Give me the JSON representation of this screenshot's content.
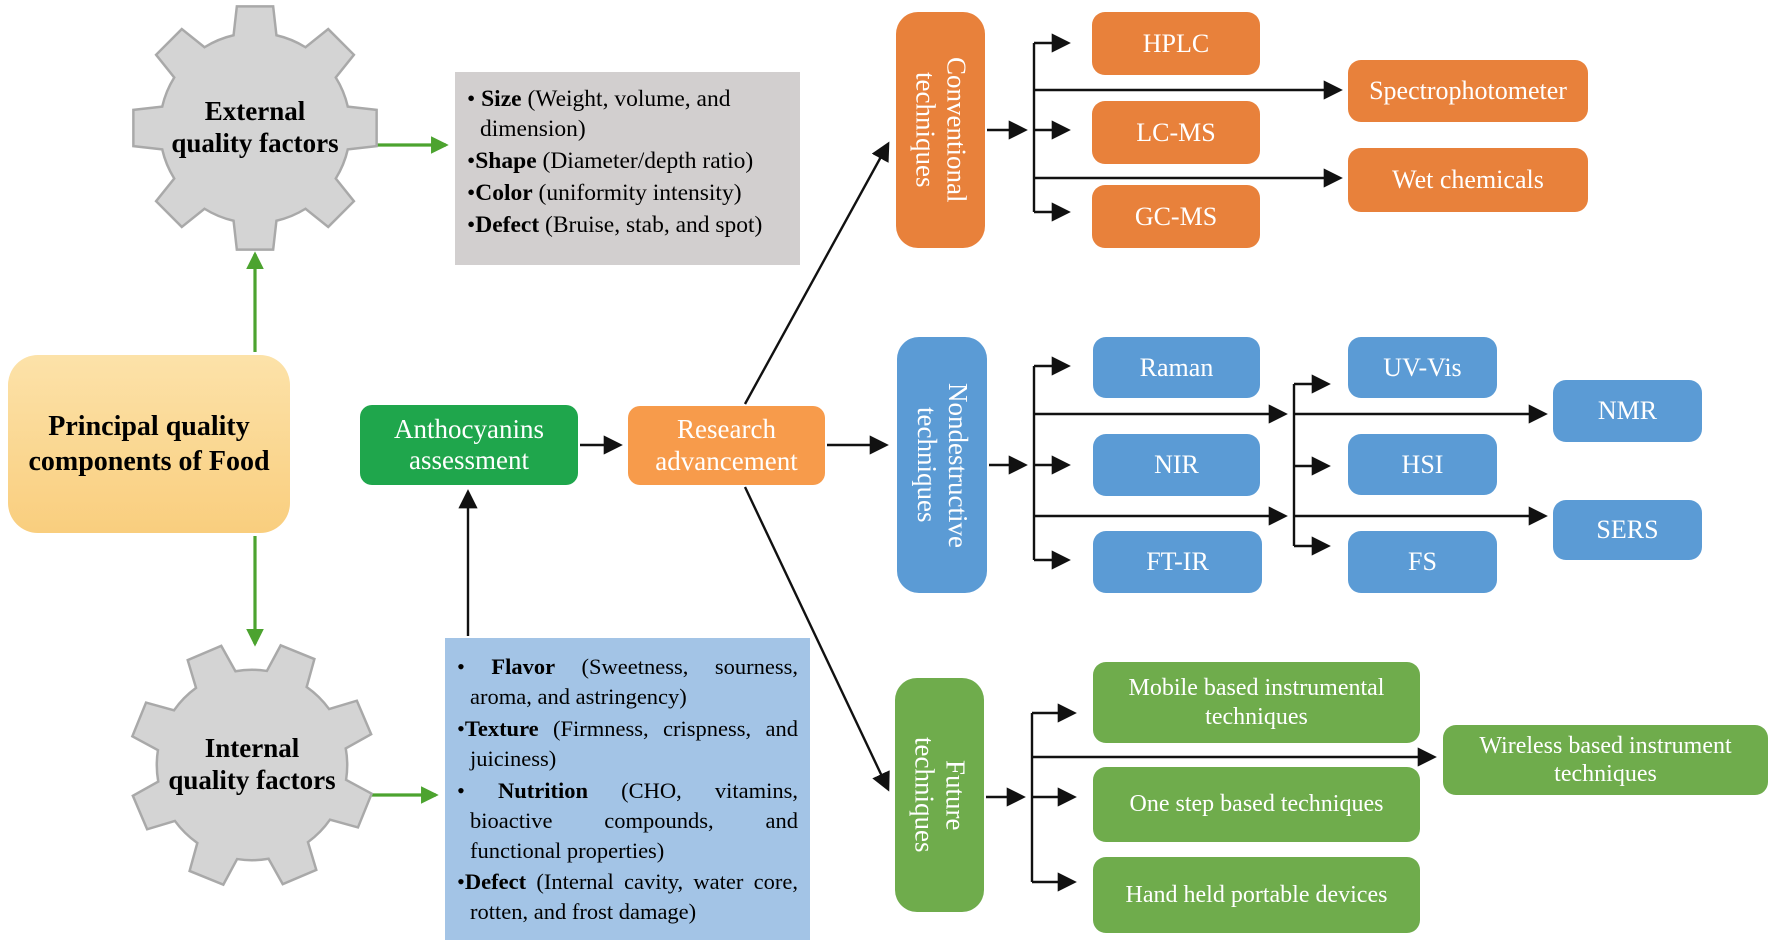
{
  "root": {
    "label": "Principal quality components of Food"
  },
  "gears": {
    "external": {
      "label": "External quality factors"
    },
    "internal": {
      "label": "Internal quality factors"
    }
  },
  "external_factors": {
    "items": [
      {
        "bullet": "• ",
        "term": "Size",
        "rest": " (Weight, volume, and dimension)"
      },
      {
        "bullet": "•",
        "term": "Shape",
        "rest": " (Diameter/depth ratio)"
      },
      {
        "bullet": "•",
        "term": "Color",
        "rest": " (uniformity intensity)"
      },
      {
        "bullet": "•",
        "term": "Defect",
        "rest": " (Bruise, stab, and spot)"
      }
    ]
  },
  "internal_factors": {
    "items": [
      {
        "bullet": "• ",
        "term": "Flavor",
        "rest": " (Sweetness, sourness, aroma, and astringency)"
      },
      {
        "bullet": "•",
        "term": "Texture",
        "rest": " (Firmness, crispness, and juiciness)"
      },
      {
        "bullet": "• ",
        "term": "Nutrition",
        "rest": " (CHO, vitamins, bioactive compounds, and functional properties)"
      },
      {
        "bullet": "•",
        "term": "Defect",
        "rest": " (Internal cavity, water core, rotten, and frost damage)"
      }
    ]
  },
  "flow": {
    "assessment": "Anthocyanins assessment",
    "advancement": "Research advancement"
  },
  "conventional": {
    "title": "Conventional techniques",
    "items": [
      "HPLC",
      "LC-MS",
      "GC-MS"
    ],
    "secondary": [
      "Spectrophotometer",
      "Wet chemicals"
    ]
  },
  "nondestructive": {
    "title": "Nondestructive techniques",
    "col1": [
      "Raman",
      "NIR",
      "FT-IR"
    ],
    "col2": [
      "UV-Vis",
      "HSI",
      "FS"
    ],
    "col3": [
      "NMR",
      "SERS"
    ]
  },
  "future": {
    "title": "Future techniques",
    "items": [
      "Mobile based instrumental techniques",
      "One step based techniques",
      "Hand held portable devices"
    ],
    "secondary": [
      "Wireless based instrument techniques"
    ]
  },
  "palette": {
    "orange": "#E8813B",
    "orange_light": "#F79B4B",
    "blue": "#5B9BD5",
    "light_blue_panel": "#A3C4E6",
    "bright_green": "#1FA64C",
    "olive_green": "#6FAC4C",
    "gray_panel": "#D2CFCF",
    "gear_fill": "#D4D4D4",
    "yellow_top": "#FCE2A9",
    "yellow_bottom": "#F9CE7E",
    "arrow_green": "#4CA32F",
    "arrow_black": "#111111"
  }
}
